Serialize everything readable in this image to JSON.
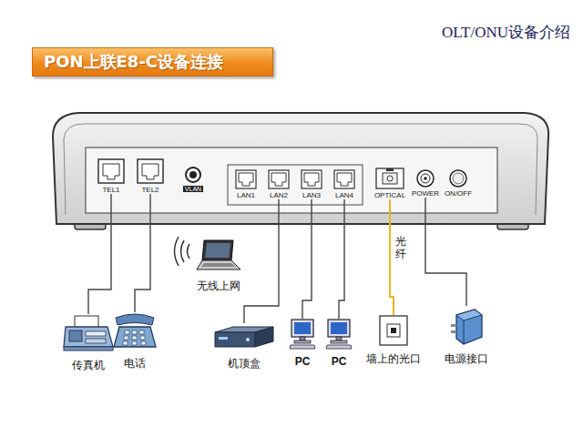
{
  "diagram": {
    "title": "PON上联E8-C设备连接",
    "nodes": [
      {
        "text": [
          "TEL1"
        ]
      },
      {
        "text": [
          "TEL2"
        ]
      },
      {
        "text": [
          "VLAN"
        ]
      },
      {
        "text": [
          "LAN1"
        ]
      },
      {
        "text": [
          "LAN2"
        ]
      },
      {
        "text": [
          "LAN3"
        ]
      },
      {
        "text": [
          "LAN4"
        ]
      },
      {
        "text": [
          "OPTICAL"
        ]
      },
      {
        "text": [
          "POWER"
        ]
      },
      {
        "text": [
          "ON/OFF"
        ]
      },
      {
        "text": [
          "无线上网"
        ]
      },
      {
        "text": [
          "传真机"
        ]
      },
      {
        "text": [
          "电话"
        ]
      },
      {
        "text": [
          "机顶盒"
        ]
      },
      {
        "text": [
          "PC"
        ]
      },
      {
        "text": [
          "PC"
        ]
      },
      {
        "text": [
          "墙上的光口"
        ]
      },
      {
        "text": [
          "电源接口"
        ]
      }
    ],
    "edges": [
      {
        "from": 0,
        "to": 11,
        "arrow": "none"
      },
      {
        "from": 1,
        "to": 12,
        "arrow": "none"
      },
      {
        "from": 4,
        "to": 13,
        "arrow": "none"
      },
      {
        "from": 5,
        "to": 14,
        "arrow": "none"
      },
      {
        "from": 6,
        "to": 15,
        "arrow": "none"
      },
      {
        "from": 7,
        "to": 16,
        "label": "光纤",
        "arrow": "none"
      },
      {
        "from": 8,
        "to": 17,
        "arrow": "none"
      }
    ],
    "labels": [
      "OLT/ONU设备介绍"
    ]
  }
}
